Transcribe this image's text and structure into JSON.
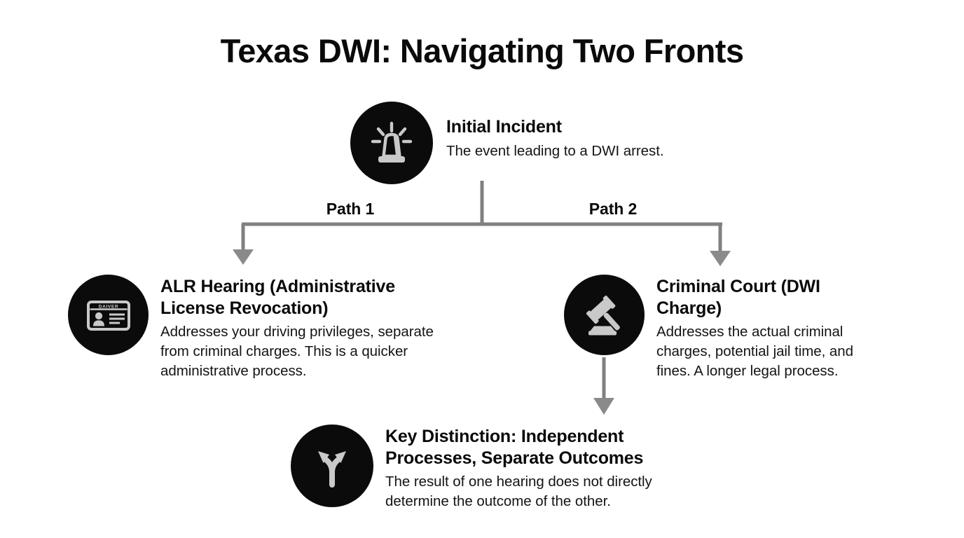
{
  "title": "Texas DWI: Navigating Two Fronts",
  "colors": {
    "background": "#ffffff",
    "node_circle": "#0b0b0b",
    "icon_glyph": "#c9c9c9",
    "text": "#0a0a0a",
    "connector": "#808080"
  },
  "nodes": [
    {
      "id": "initial-incident",
      "icon": "siren-beacon-icon",
      "title": "Initial Incident",
      "description": "The event leading to a DWI arrest."
    },
    {
      "id": "alr-hearing",
      "icon": "drivers-license-card-icon",
      "icon_card_label": "DAIVER",
      "title": "ALR Hearing (Administrative License Revocation)",
      "description": "Addresses your driving privileges, separate from criminal charges. This is a quicker administrative process."
    },
    {
      "id": "criminal-court",
      "icon": "gavel-icon",
      "title": "Criminal Court (DWI Charge)",
      "description": "Addresses the actual criminal charges, potential jail time, and fines. A longer legal process."
    },
    {
      "id": "key-distinction",
      "icon": "fork-split-arrows-icon",
      "title": "Key Distinction: Independent Processes, Separate Outcomes",
      "description": "The result of one hearing does not directly determine the outcome of the other."
    }
  ],
  "connectors": {
    "path_1_label": "Path 1",
    "path_2_label": "Path 2"
  }
}
